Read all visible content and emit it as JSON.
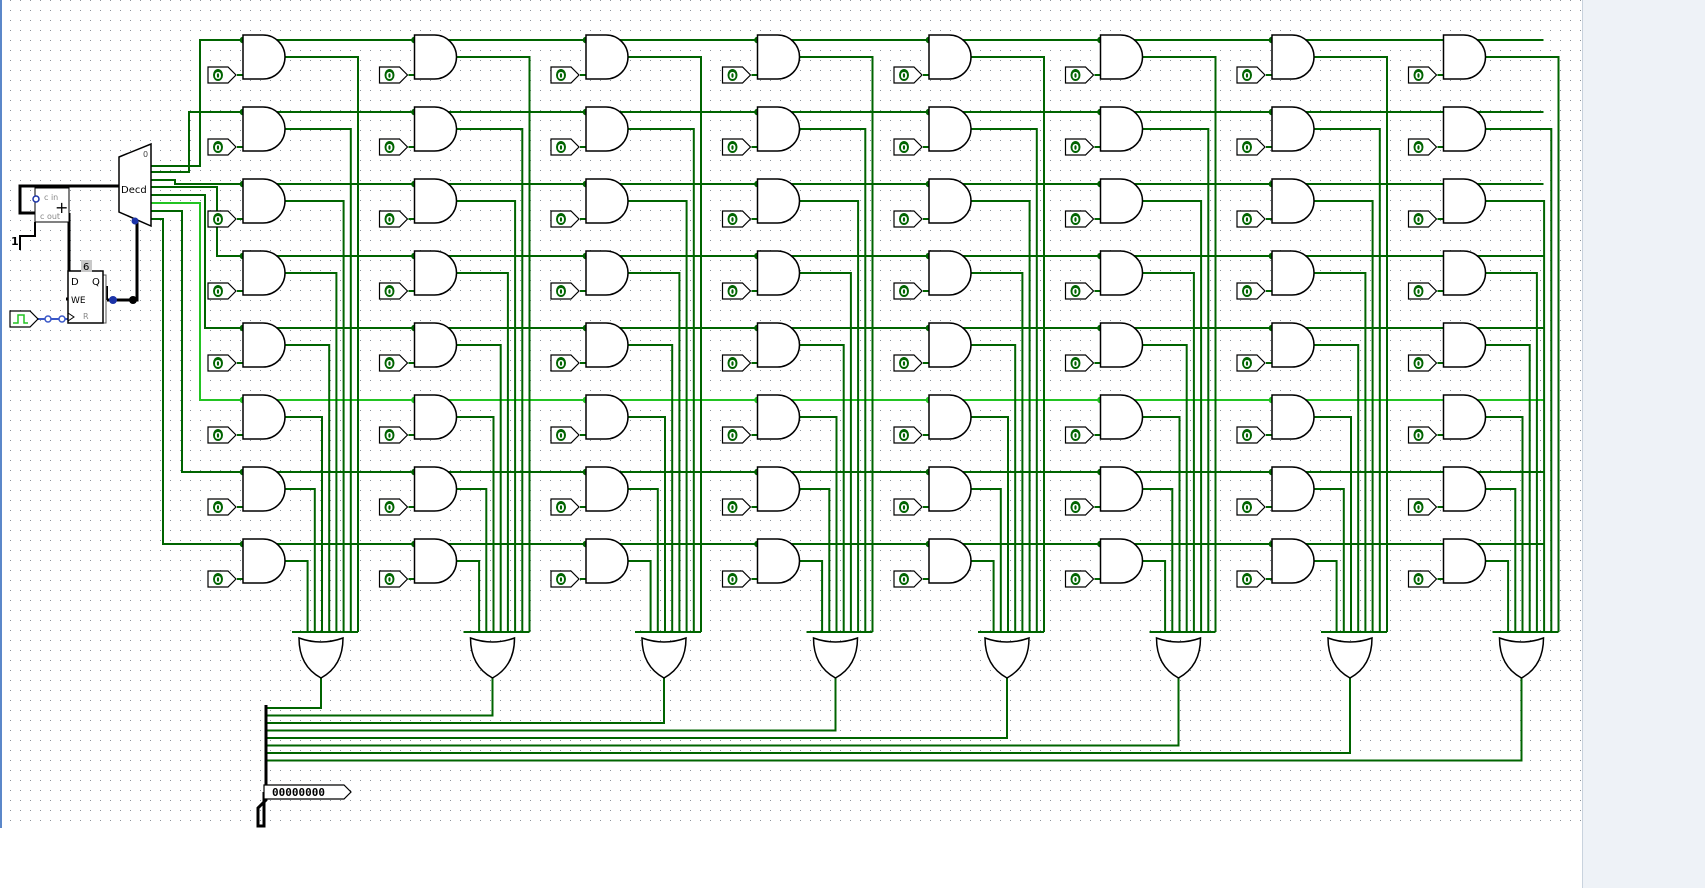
{
  "decoder": {
    "label": "Decd",
    "output_zero_label": "0"
  },
  "register": {
    "value": "6",
    "d_label": "D",
    "q_label": "Q",
    "we_label": "WE",
    "r_label": "R"
  },
  "adder": {
    "cin_label": "c in",
    "cout_label": "c out",
    "plus": "+"
  },
  "constant": {
    "value": "1"
  },
  "pin_value": "0",
  "output_pin": {
    "value": "00000000"
  },
  "colors": {
    "wire_on": "#006400",
    "wire_active": "#22c322",
    "bus": "#000000",
    "gate": "#000000",
    "dot": "#006400",
    "grid": "#9aa0a6",
    "clock_wire": "#3a58c8"
  },
  "grid": {
    "rows": 8,
    "cols": 8
  }
}
